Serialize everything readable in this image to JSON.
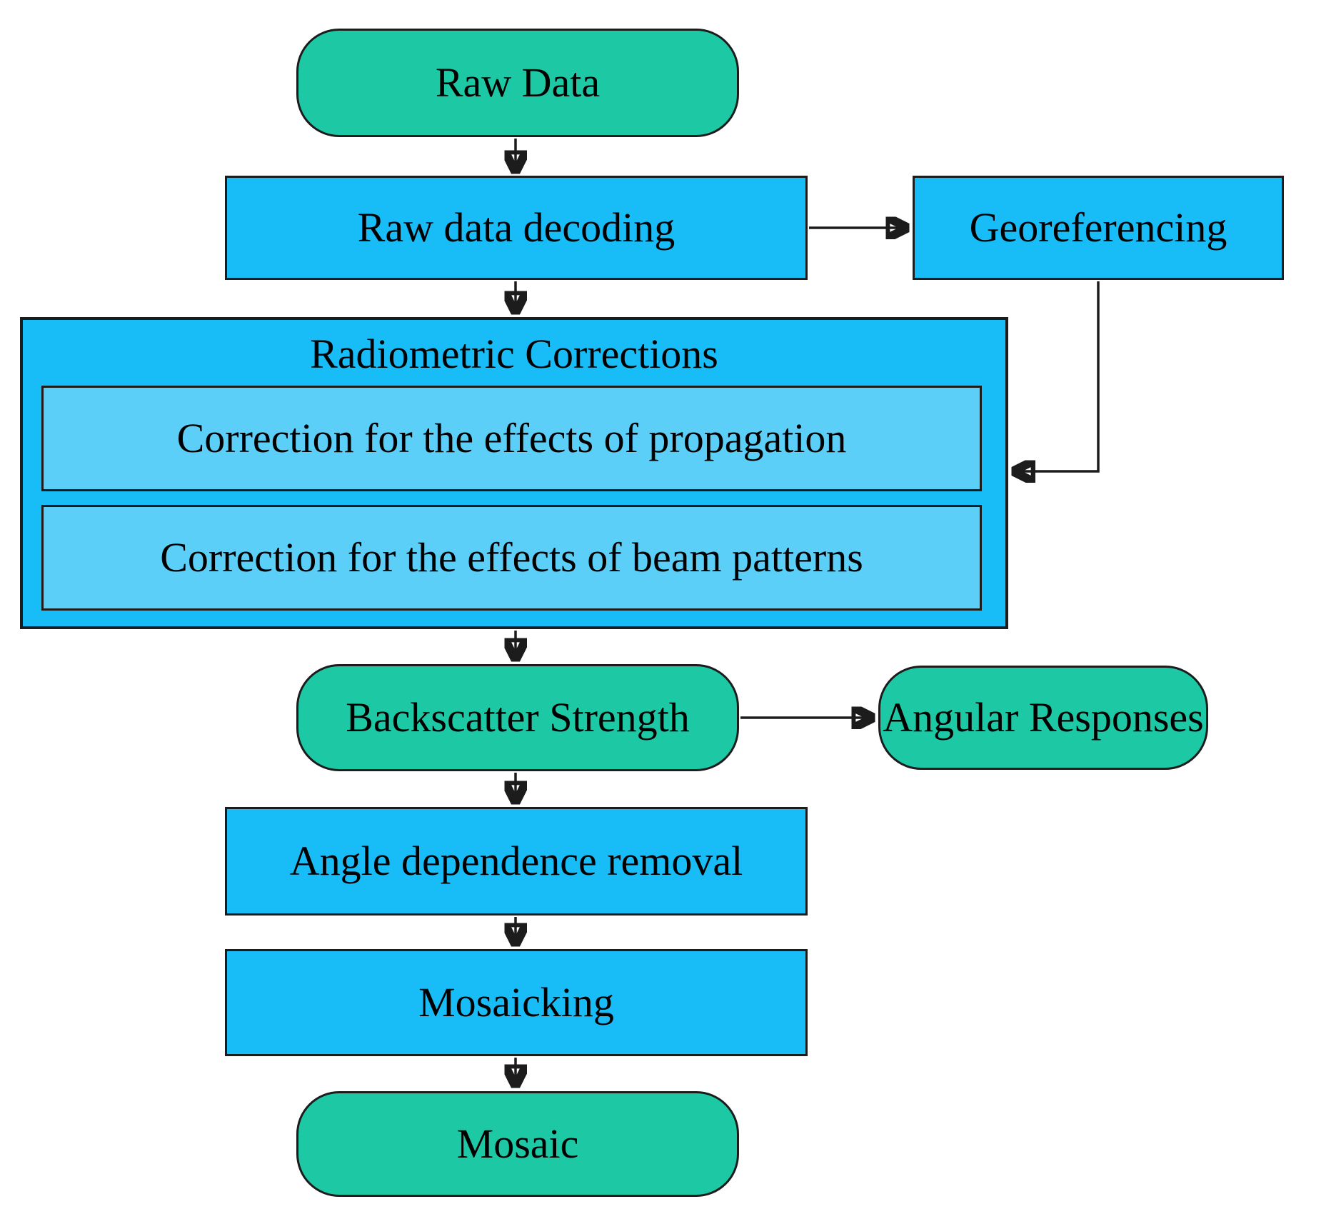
{
  "diagram": {
    "type": "flowchart",
    "colors": {
      "terminal_fill": "#1dc8a5",
      "process_fill": "#18bdf8",
      "subprocess_fill": "#5ccff8",
      "outline": "#1c1c1c",
      "text": "#000000",
      "page_bg": "#ffffff"
    },
    "nodes": {
      "raw_data": {
        "label": "Raw Data",
        "shape": "stadium"
      },
      "raw_data_decoding": {
        "label": "Raw data decoding",
        "shape": "process"
      },
      "georeferencing": {
        "label": "Georeferencing",
        "shape": "process"
      },
      "radiometric_corrections": {
        "label": "Radiometric Corrections",
        "shape": "group"
      },
      "propagation_correction": {
        "label": "Correction for the effects of propagation",
        "shape": "subprocess"
      },
      "beam_patterns_correction": {
        "label": "Correction for the effects of beam patterns",
        "shape": "subprocess"
      },
      "backscatter_strength": {
        "label": "Backscatter Strength",
        "shape": "stadium"
      },
      "angular_responses": {
        "label": "Angular Responses",
        "shape": "stadium"
      },
      "angle_dependence_removal": {
        "label": "Angle dependence removal",
        "shape": "process"
      },
      "mosaicking": {
        "label": "Mosaicking",
        "shape": "process"
      },
      "mosaic": {
        "label": "Mosaic",
        "shape": "stadium"
      }
    },
    "edges": [
      {
        "from": "raw_data",
        "to": "raw_data_decoding"
      },
      {
        "from": "raw_data_decoding",
        "to": "georeferencing"
      },
      {
        "from": "raw_data_decoding",
        "to": "radiometric_corrections"
      },
      {
        "from": "georeferencing",
        "to": "radiometric_corrections"
      },
      {
        "from": "radiometric_corrections",
        "to": "backscatter_strength"
      },
      {
        "from": "backscatter_strength",
        "to": "angular_responses"
      },
      {
        "from": "backscatter_strength",
        "to": "angle_dependence_removal"
      },
      {
        "from": "angle_dependence_removal",
        "to": "mosaicking"
      },
      {
        "from": "mosaicking",
        "to": "mosaic"
      }
    ]
  }
}
